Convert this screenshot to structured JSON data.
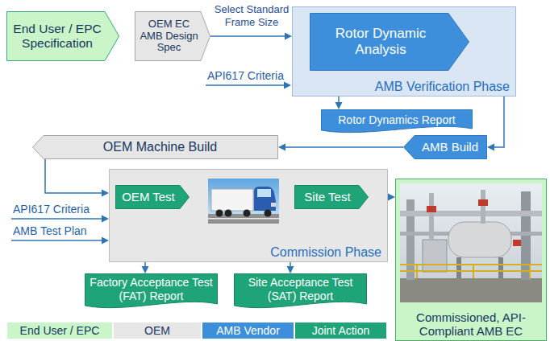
{
  "diagram": {
    "nodes": [
      {
        "text": [
          "End User / EPC Specification"
        ]
      },
      {
        "text": [
          "OEM EC AMB Design Spec"
        ]
      },
      {
        "text": [
          "AMB Verification Phase"
        ]
      },
      {
        "text": [
          "Rotor Dynamic Analysis"
        ],
        "in": 2
      },
      {
        "text": [
          "Rotor Dynamics Report"
        ]
      },
      {
        "text": [
          "OEM Machine Build"
        ]
      },
      {
        "text": [
          "AMB Build"
        ]
      },
      {
        "text": [
          "Commission Phase"
        ]
      },
      {
        "text": [
          "OEM Test"
        ],
        "in": 7
      },
      {
        "text": [
          "Site Test"
        ],
        "in": 7
      },
      {
        "text": [
          "Commissioned, API-Compliant AMB EC"
        ]
      },
      {
        "text": [
          "Factory Acceptance Test (FAT) Report"
        ]
      },
      {
        "text": [
          "Site Acceptance Test (SAT) Report"
        ]
      }
    ],
    "edges": [
      {
        "from": 1,
        "to": 2,
        "label": "Select Standard Frame Size",
        "arrow": "to"
      },
      {
        "from": 2,
        "to": 4,
        "arrow": "to"
      },
      {
        "from": 2,
        "to": 6,
        "arrow": "to"
      },
      {
        "from": 6,
        "to": 5,
        "arrow": "to"
      },
      {
        "from": 5,
        "to": 7,
        "arrow": "to"
      },
      {
        "from": 7,
        "to": 11,
        "arrow": "to"
      },
      {
        "from": 7,
        "to": 12,
        "arrow": "to"
      },
      {
        "from": 9,
        "to": 10,
        "arrow": "to"
      }
    ],
    "labels": [
      "API617 Criteria",
      "API617 Criteria",
      "AMB Test Plan"
    ],
    "legend": [
      {
        "text": "End User / EPC",
        "color": "#c9f5c9"
      },
      {
        "text": "OEM",
        "color": "#e6e6e6"
      },
      {
        "text": "AMB Vendor",
        "color": "#3d8fdb"
      },
      {
        "text": "Joint Action",
        "color": "#1fa47a"
      }
    ]
  }
}
